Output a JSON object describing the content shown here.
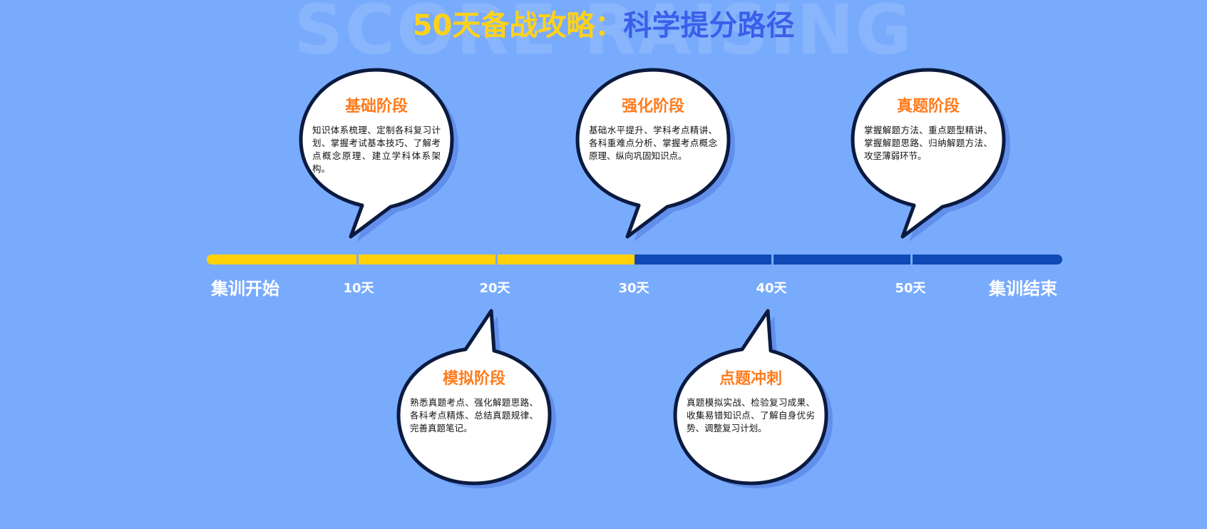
{
  "header": {
    "watermark": "SCORE RAISING",
    "title_part1": "50天备战攻略：",
    "title_part2": "科学提分路径"
  },
  "colors": {
    "background": "#79abfd",
    "title_yellow": "#ffd21a",
    "title_blue": "#3b5fe9",
    "stage_title_orange": "#ff7b1c",
    "timeline_done": "#ffd10a",
    "timeline_todo": "#0e49b5"
  },
  "timeline": {
    "start_label": "集训开始",
    "end_label": "集训结束",
    "ticks": [
      "10天",
      "20天",
      "30天",
      "40天",
      "50天"
    ],
    "progress_segments_completed": 3,
    "progress_segments_total": 6
  },
  "stages": [
    {
      "title": "基础阶段",
      "text": "知识体系梳理、定制各科复习计划、掌握考试基本技巧、了解考点概念原理、建立学科体系架构。"
    },
    {
      "title": "强化阶段",
      "text": "基础水平提升、学科考点精讲、各科重难点分析、掌握考点概念原理、纵向巩固知识点。"
    },
    {
      "title": "真题阶段",
      "text": "掌握解题方法、重点题型精讲、掌握解题思路、归纳解题方法、攻坚薄弱环节。"
    },
    {
      "title": "模拟阶段",
      "text": "熟悉真题考点、强化解题思路、各科考点精炼、总结真题规律、完善真题笔记。"
    },
    {
      "title": "点题冲刺",
      "text": "真题模拟实战、检验复习成果、收集易错知识点、了解自身优劣势、调整复习计划。"
    }
  ]
}
